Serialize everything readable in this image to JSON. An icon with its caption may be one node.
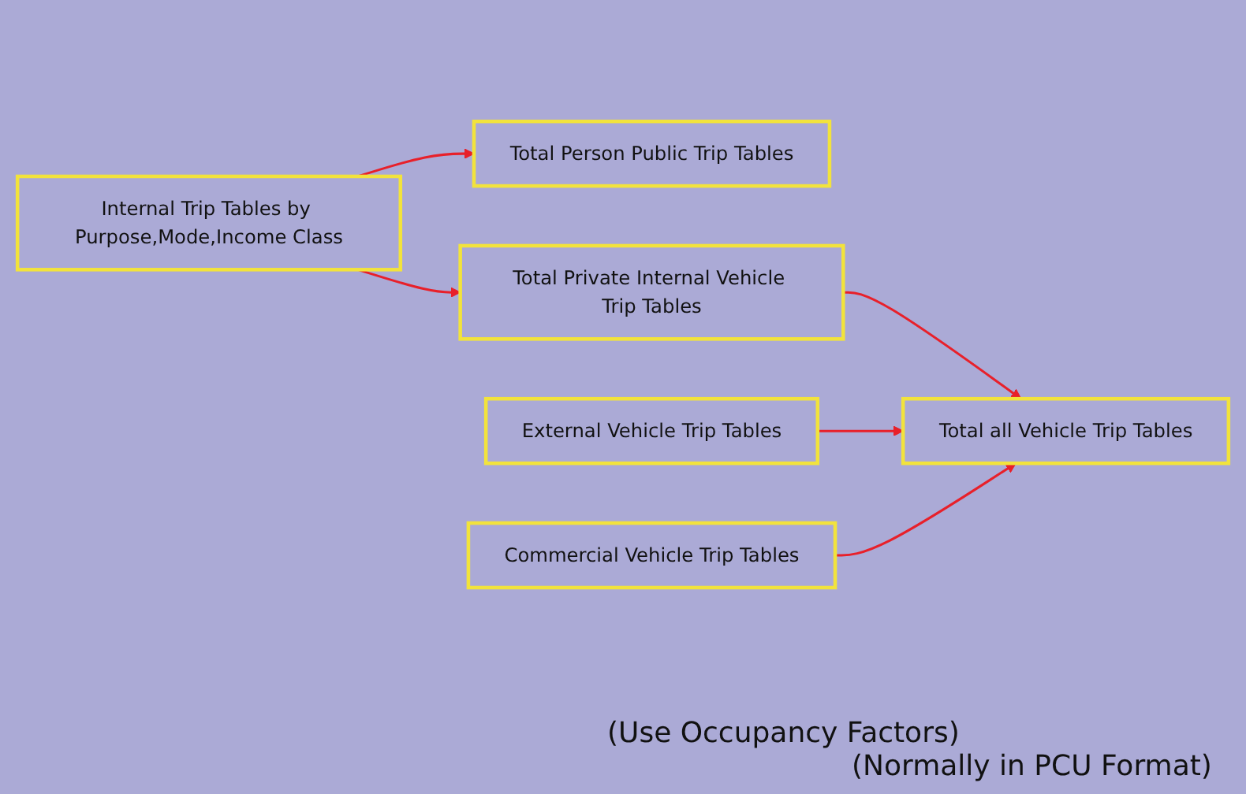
{
  "diagram": {
    "nodes": [
      {
        "text": [
          "Internal Trip Tables by Purpose,Mode,Income Class"
        ]
      },
      {
        "text": [
          "Total Person Public Trip Tables"
        ]
      },
      {
        "text": [
          "External Vehicle Trip Tables"
        ]
      },
      {
        "text": [
          "Total Private Internal Vehicle Trip Tables"
        ]
      },
      {
        "text": [
          "Commercial Vehicle Trip Tables"
        ]
      },
      {
        "text": [
          "Total all Vehicle Trip Tables"
        ]
      }
    ],
    "edges": [
      {
        "from": 0,
        "to": 1,
        "arrow": "to"
      },
      {
        "from": 0,
        "to": 3,
        "arrow": "to"
      },
      {
        "from": 3,
        "to": 5,
        "arrow": "to"
      },
      {
        "from": 2,
        "to": 5,
        "arrow": "to"
      },
      {
        "from": 4,
        "to": 5,
        "arrow": "to"
      }
    ],
    "labels": [
      "(Use Occupancy Factors)",
      "(Normally in PCU Format)"
    ]
  }
}
